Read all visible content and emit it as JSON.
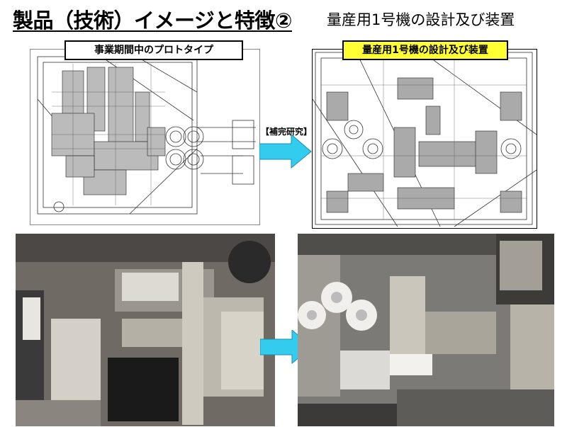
{
  "title": "製品（技術）イメージと特徴②",
  "right_heading": "量産用1号機の設計及び装置",
  "left_panel": {
    "label": "事業期間中のプロトタイプ"
  },
  "right_panel": {
    "label": "量産用1号機の設計及び装置"
  },
  "arrow_label": "【補完研究】",
  "colors": {
    "arrow": "#33ccee",
    "label_highlight": "#ffff33"
  },
  "icons": {
    "top_arrow": "right-arrow-icon",
    "bottom_arrow": "right-arrow-icon"
  }
}
